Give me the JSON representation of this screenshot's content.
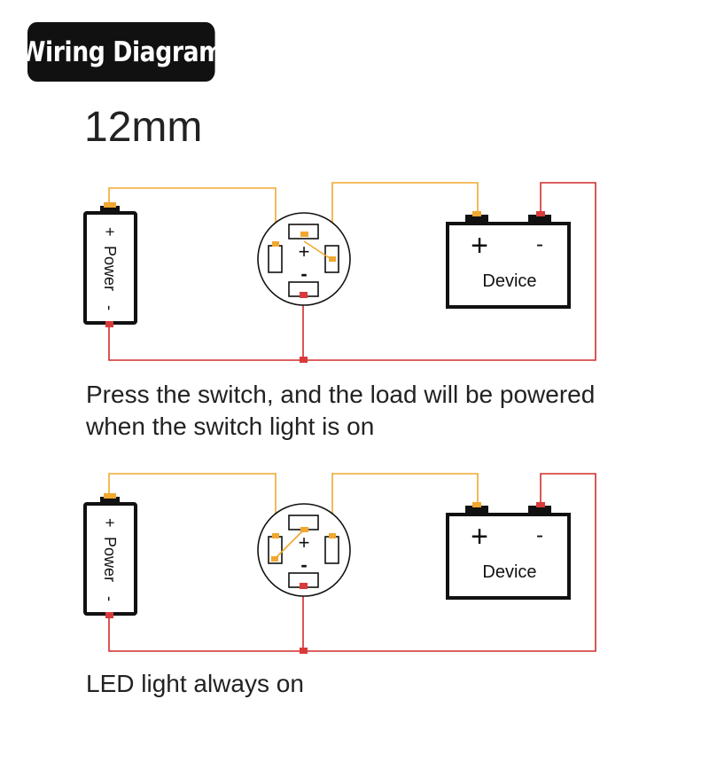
{
  "header": {
    "badge": "Wiring Diagram",
    "size": "12mm"
  },
  "diagram1": {
    "power_plus": "+",
    "power_label": "Power",
    "power_minus": "-",
    "switch_plus": "+",
    "switch_minus": "-",
    "device_plus": "+",
    "device_minus": "-",
    "device_label": "Device",
    "caption_line1": "Press the switch, and the load will be powered",
    "caption_line2": "when the switch light is on"
  },
  "diagram2": {
    "power_plus": "+",
    "power_label": "Power",
    "power_minus": "-",
    "switch_plus": "+",
    "switch_minus": "-",
    "device_plus": "+",
    "device_minus": "-",
    "device_label": "Device",
    "caption_line1": "LED light always on"
  },
  "colors": {
    "wire_orange": "#f0a830",
    "wire_red": "#d02c2c",
    "terminal_orange": "#f0a830",
    "terminal_red": "#d93a3a",
    "outline": "#111111"
  }
}
